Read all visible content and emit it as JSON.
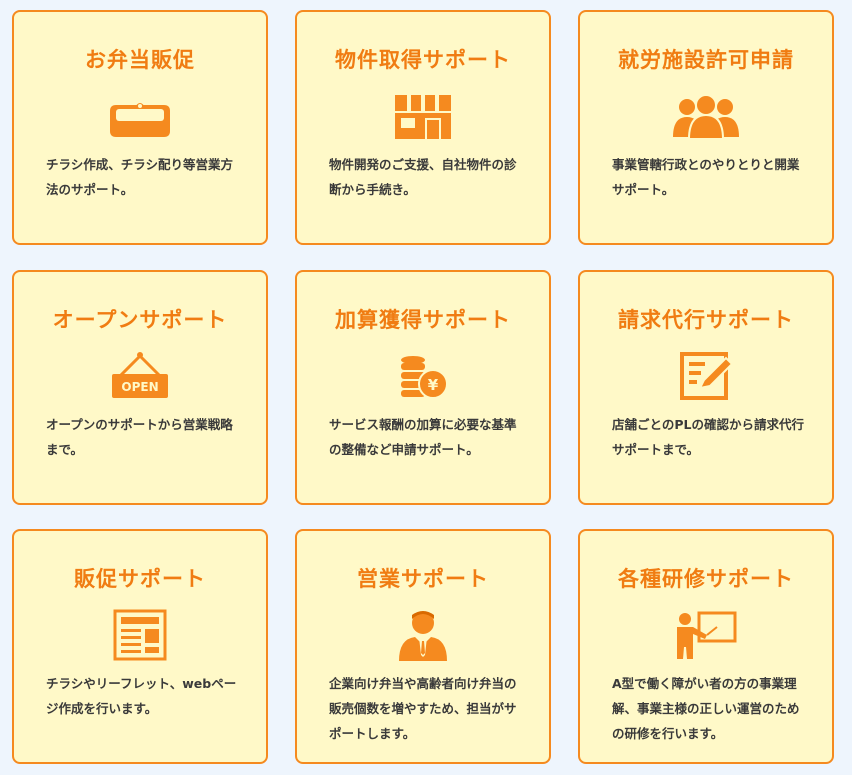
{
  "colors": {
    "accent": "#f58a1f",
    "card_bg": "#fff9c8",
    "page_bg": "#eef5fd",
    "text": "#3a3a3a"
  },
  "cards": [
    {
      "title": "お弁当販促",
      "icon": "bento-box-icon",
      "desc": "チラシ作成、チラシ配り等営業方法のサポート。"
    },
    {
      "title": "物件取得サポート",
      "icon": "storefront-icon",
      "desc": "物件開発のご支援、自社物件の診断から手続き。"
    },
    {
      "title": "就労施設許可申請",
      "icon": "group-people-icon",
      "desc": "事業管轄行政とのやりとりと開業サポート。"
    },
    {
      "title": "オープンサポート",
      "icon": "open-sign-icon",
      "icon_text": "OPEN",
      "desc": "オープンのサポートから営業戦略まで。"
    },
    {
      "title": "加算獲得サポート",
      "icon": "yen-coins-icon",
      "icon_text": "¥",
      "desc": "サービス報酬の加算に必要な基準の整備など申請サポート。"
    },
    {
      "title": "請求代行サポート",
      "icon": "document-edit-icon",
      "desc": "店舗ごとのPLの確認から請求代行サポートまで。"
    },
    {
      "title": "販促サポート",
      "icon": "newspaper-icon",
      "desc": "チラシやリーフレット、webページ作成を行います。"
    },
    {
      "title": "営業サポート",
      "icon": "businessman-icon",
      "desc": "企業向け弁当や高齢者向け弁当の販売個数を増やすため、担当がサポートします。"
    },
    {
      "title": "各種研修サポート",
      "icon": "teacher-board-icon",
      "desc": "A型で働く障がい者の方の事業理解、事業主様の正しい運営のための研修を行います。"
    }
  ]
}
